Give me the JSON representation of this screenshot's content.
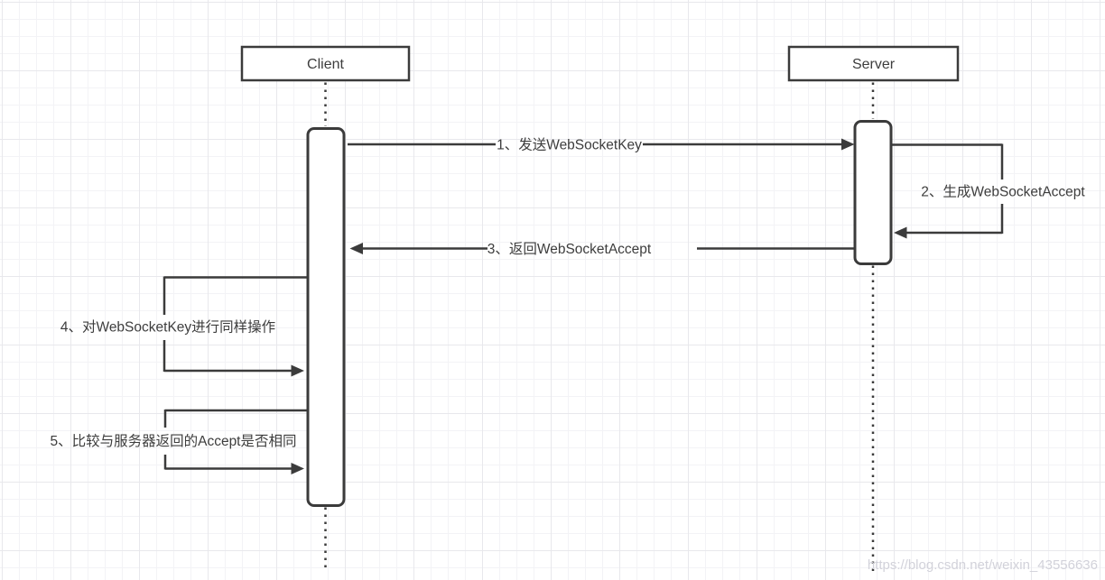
{
  "diagram": {
    "type": "sequence-diagram",
    "actors": [
      {
        "id": "client",
        "label": "Client"
      },
      {
        "id": "server",
        "label": "Server"
      }
    ],
    "messages": [
      {
        "order": 1,
        "label": "1、发送WebSocketKey",
        "from": "Client",
        "to": "Server",
        "kind": "solid-arrow-right"
      },
      {
        "order": 2,
        "label": "2、生成WebSocketAccept",
        "from": "Server",
        "to": "Server",
        "kind": "self-loop-right"
      },
      {
        "order": 3,
        "label": "3、返回WebSocketAccept",
        "from": "Server",
        "to": "Client",
        "kind": "solid-arrow-left"
      },
      {
        "order": 4,
        "label": "4、对WebSocketKey进行同样操作",
        "from": "Client",
        "to": "Client",
        "kind": "self-loop-left"
      },
      {
        "order": 5,
        "label": "5、比较与服务器返回的Accept是否相同",
        "from": "Client",
        "to": "Client",
        "kind": "self-loop-left"
      }
    ],
    "watermark": "https://blog.csdn.net/weixin_43556636",
    "colors": {
      "stroke": "#3b3b3b",
      "text": "#3d3d3d",
      "background": "#ffffff",
      "grid_minor": "#f3f3f6",
      "grid_major": "#e8e8ec",
      "watermark": "#d2d2da"
    }
  }
}
